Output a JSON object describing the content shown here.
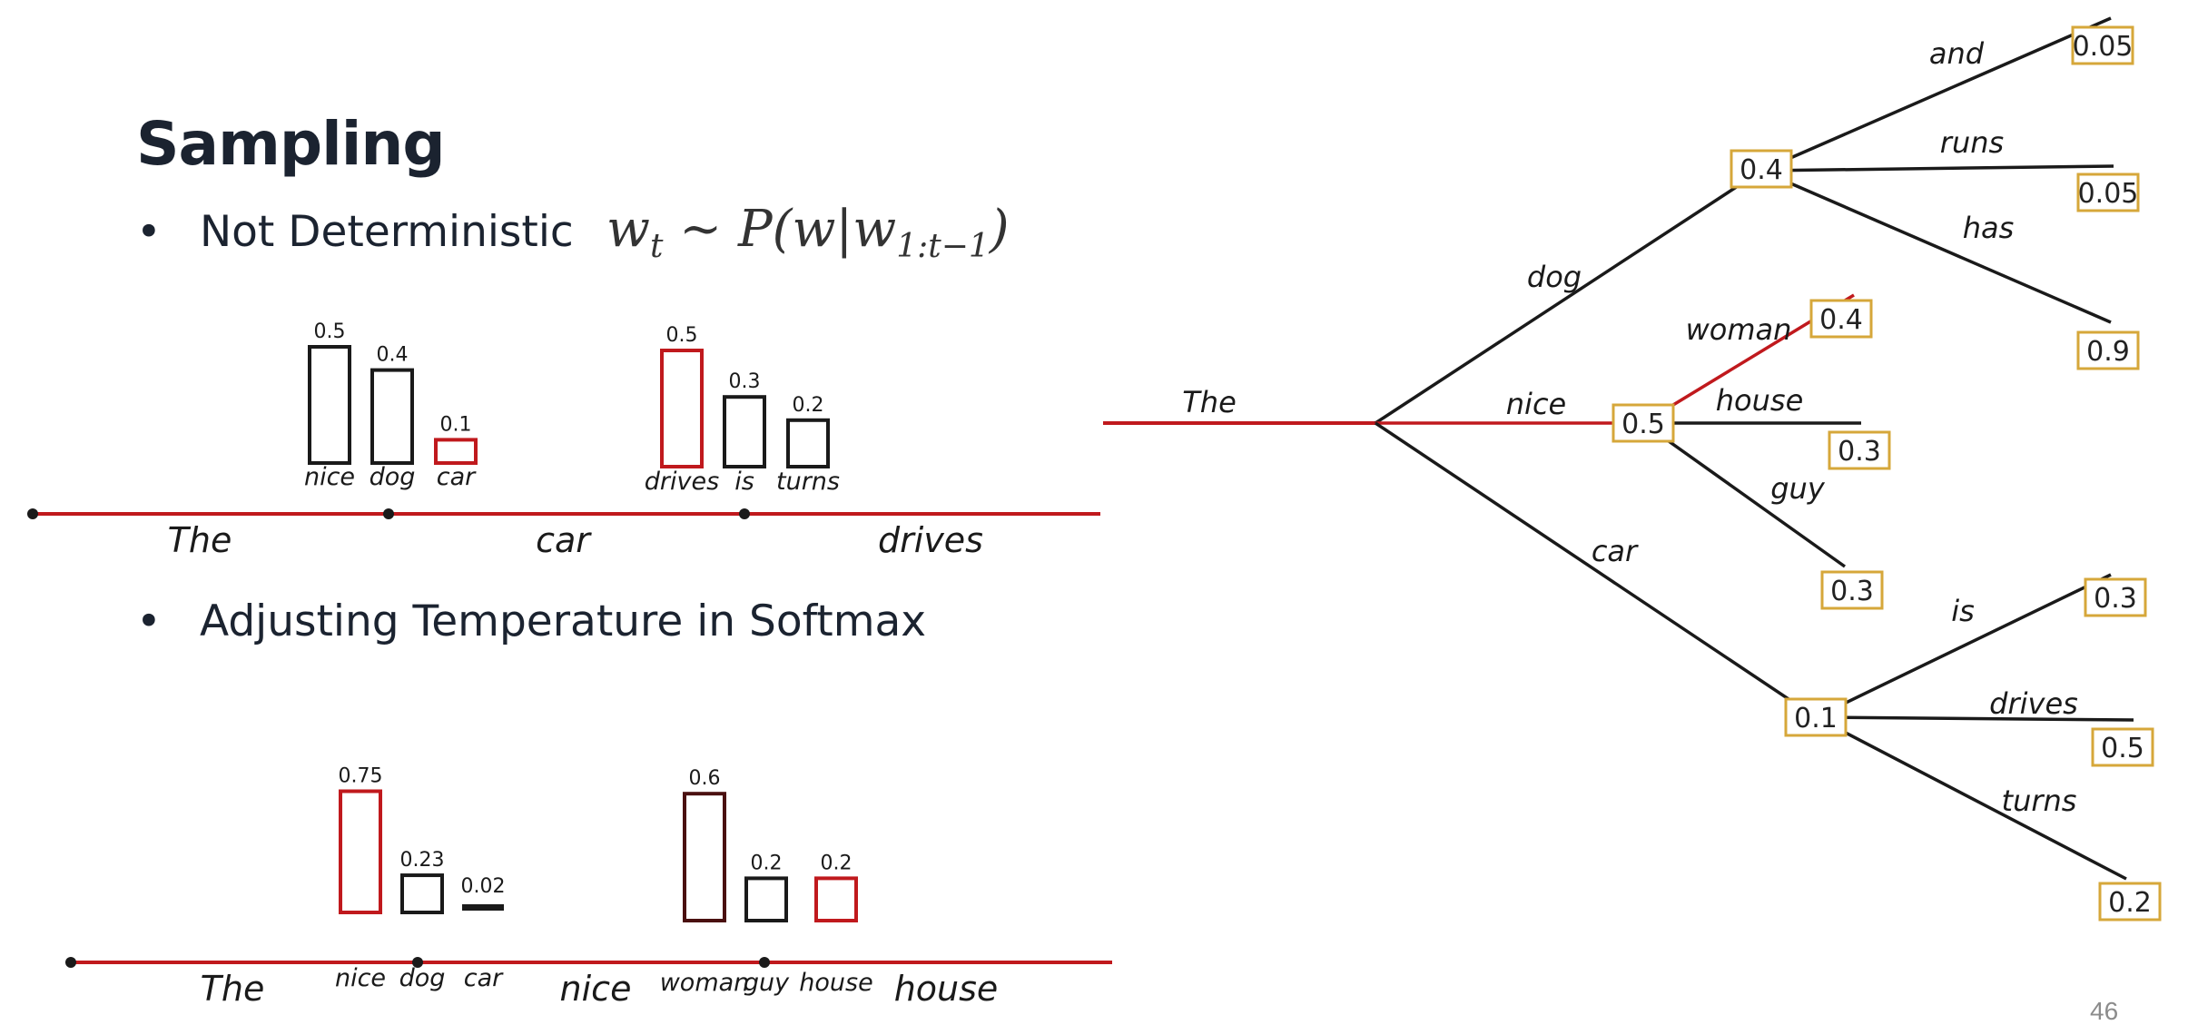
{
  "slide": {
    "title": "Sampling",
    "bullet1": "Not Deterministic",
    "formula": {
      "w": "w",
      "t": "t",
      "sim": " ~ ",
      "P": "P",
      "inner": "(w|w",
      "range": "1:t−1",
      "close": ")"
    },
    "bullet2": "Adjusting Temperature in Softmax",
    "page_number": "46",
    "bullet_glyph": "•"
  },
  "colors": {
    "red": "#c0191d",
    "black": "#1a1a1a",
    "gold": "#d6a73a",
    "dark_red": "#4a1010"
  },
  "examples": [
    {
      "timeline": [
        "The",
        "car",
        "drives"
      ],
      "groups": [
        {
          "bars": [
            {
              "word": "nice",
              "value": 0.5,
              "selected": false
            },
            {
              "word": "dog",
              "value": 0.4,
              "selected": false
            },
            {
              "word": "car",
              "value": 0.1,
              "selected": true
            }
          ]
        },
        {
          "bars": [
            {
              "word": "drives",
              "value": 0.5,
              "selected": true
            },
            {
              "word": "is",
              "value": 0.3,
              "selected": false
            },
            {
              "word": "turns",
              "value": 0.2,
              "selected": false
            }
          ]
        }
      ]
    },
    {
      "timeline": [
        "The",
        "nice",
        "house"
      ],
      "groups": [
        {
          "bars": [
            {
              "word": "nice",
              "value": 0.75,
              "selected": true
            },
            {
              "word": "dog",
              "value": 0.23,
              "selected": false
            },
            {
              "word": "car",
              "value": 0.02,
              "selected": false
            }
          ]
        },
        {
          "bars": [
            {
              "word": "woman",
              "value": 0.6,
              "selected": false,
              "dark": true
            },
            {
              "word": "guy",
              "value": 0.2,
              "selected": false
            },
            {
              "word": "house",
              "value": 0.2,
              "selected": true
            }
          ]
        }
      ]
    }
  ],
  "tree": {
    "root": "The",
    "branches": [
      {
        "word": "dog",
        "prob": "0.4",
        "children": [
          {
            "word": "and",
            "prob": "0.05"
          },
          {
            "word": "runs",
            "prob": "0.05"
          },
          {
            "word": "has",
            "prob": "0.9"
          }
        ]
      },
      {
        "word": "nice",
        "prob": "0.5",
        "selected": true,
        "children": [
          {
            "word": "woman",
            "prob": "0.4",
            "selected": true
          },
          {
            "word": "house",
            "prob": "0.3"
          },
          {
            "word": "guy",
            "prob": "0.3"
          }
        ]
      },
      {
        "word": "car",
        "prob": "0.1",
        "children": [
          {
            "word": "is",
            "prob": "0.3"
          },
          {
            "word": "drives",
            "prob": "0.5"
          },
          {
            "word": "turns",
            "prob": "0.2"
          }
        ]
      }
    ]
  }
}
